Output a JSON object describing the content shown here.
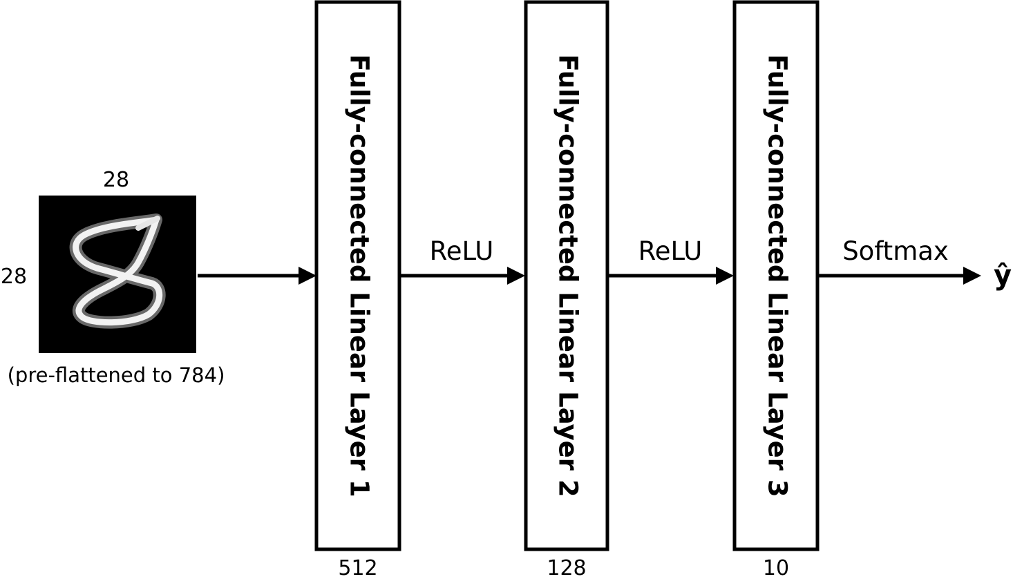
{
  "input": {
    "width_label": "28",
    "height_label": "28",
    "caption": "(pre-flattened to 784)",
    "digit_image": "handwritten-digit-8-image"
  },
  "layers": [
    {
      "label": "Fully-connected Linear Layer 1",
      "size": "512"
    },
    {
      "label": "Fully-connected Linear Layer 2",
      "size": "128"
    },
    {
      "label": "Fully-connected Linear Layer 3",
      "size": "10"
    }
  ],
  "activations": [
    "ReLU",
    "ReLU",
    "Softmax"
  ],
  "output": {
    "label": "ŷ"
  }
}
